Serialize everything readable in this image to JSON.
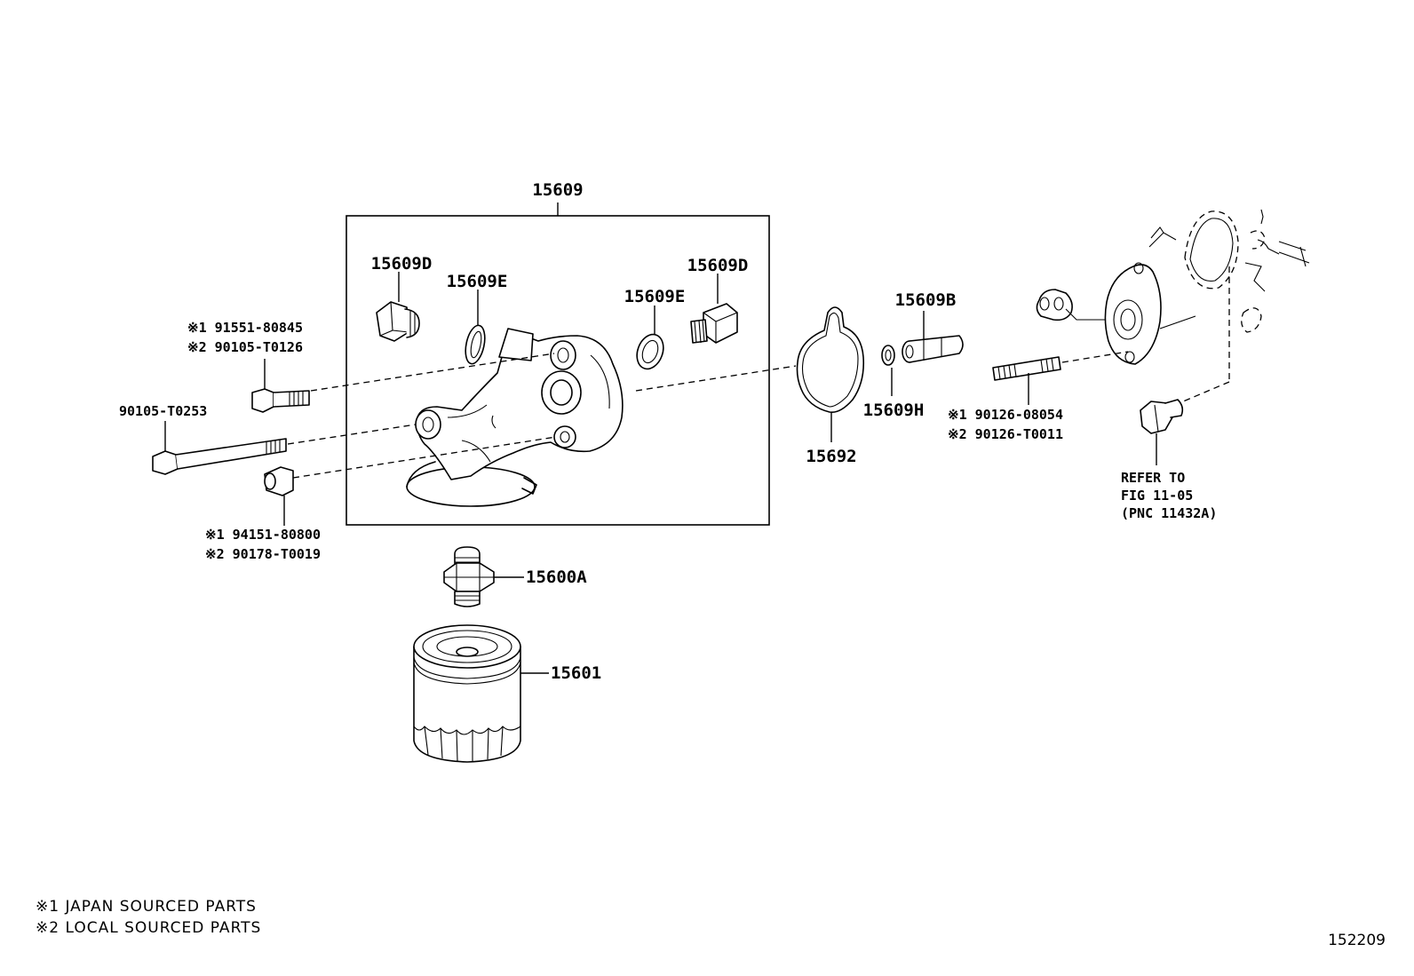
{
  "labels": {
    "assy": "15609",
    "plug_left": "15609D",
    "gasket_left": "15609E",
    "gasket_right": "15609E",
    "plug_right": "15609D",
    "pipe": "15609B",
    "oring": "15609H",
    "housing_gasket": "15692",
    "union": "15600A",
    "filter": "15601",
    "bolt_long": "90105-T0253",
    "bolt_short_1": "※1 91551-80845",
    "bolt_short_2": "※2 90105-T0126",
    "nut_1": "※1 94151-80800",
    "nut_2": "※2 90178-T0019",
    "stud_1": "※1 90126-08054",
    "stud_2": "※2 90126-T0011",
    "refer_1": "REFER TO",
    "refer_2": "FIG 11-05",
    "refer_3": "(PNC 11432A)"
  },
  "legend": {
    "line1": "※1 JAPAN SOURCED PARTS",
    "line2": "※2 LOCAL SOURCED PARTS"
  },
  "figure_id": "152209"
}
